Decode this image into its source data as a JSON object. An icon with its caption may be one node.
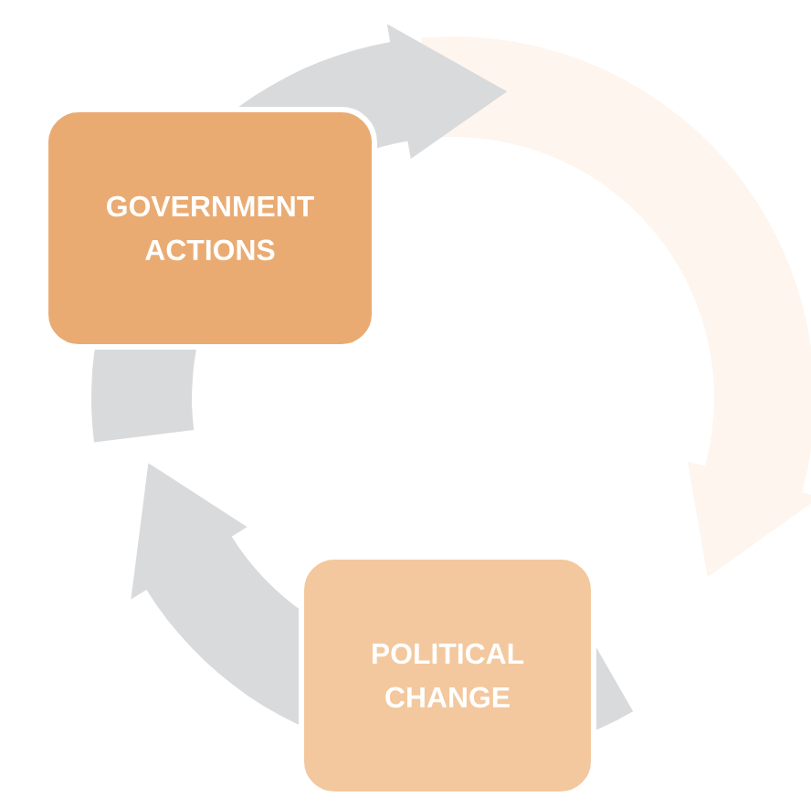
{
  "diagram": {
    "nodes": [
      {
        "text": [
          "GOVERNMENT ACTIONS"
        ]
      },
      {
        "text": [
          "POLITICAL CHANGE"
        ]
      }
    ],
    "edges": [
      {
        "from": 0,
        "to": null,
        "arrow": "to"
      },
      {
        "from": null,
        "to": 1,
        "arrow": "to",
        "color": "#fdf5ee"
      },
      {
        "from": 1,
        "to": 0,
        "arrow": "to"
      }
    ]
  }
}
